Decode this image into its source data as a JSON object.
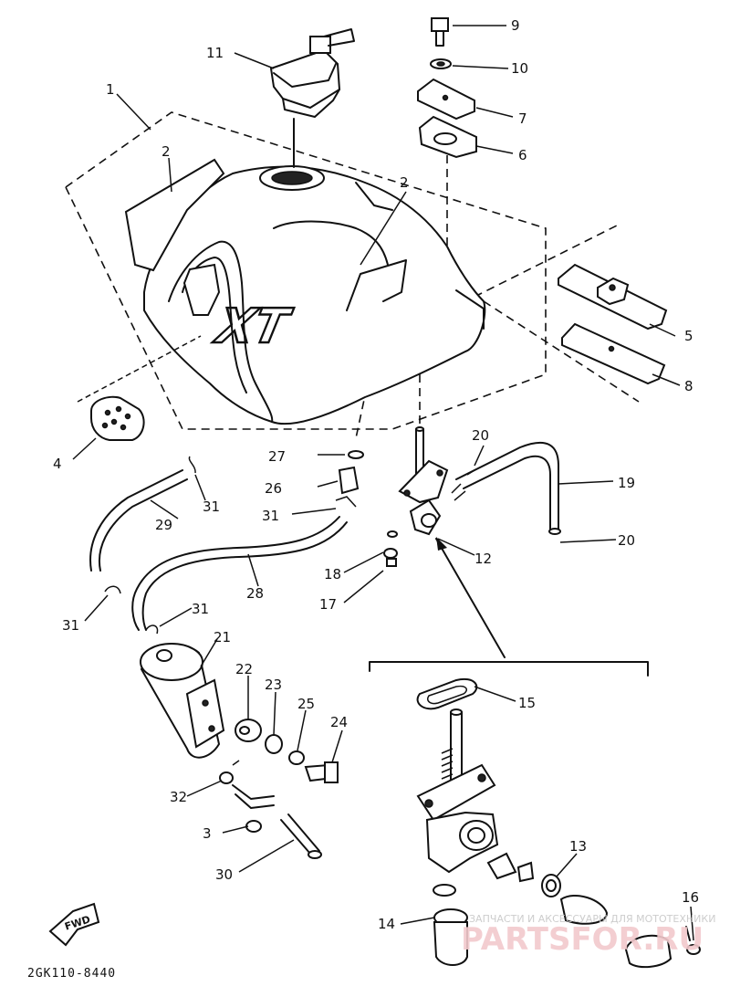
{
  "diagram": {
    "code": "2GK110-8440",
    "tank_logo": "XT",
    "fwd_label": "FWD",
    "watermark_text": "ЗАПЧАСТИ И АКСЕССУАРЫ ДЛЯ МОТОТЕХНИКИ",
    "watermark_brand": "PARTSFOR.RU",
    "parts": [
      {
        "id": "p1",
        "num": "1"
      },
      {
        "id": "p2a",
        "num": "2"
      },
      {
        "id": "p2b",
        "num": "2"
      },
      {
        "id": "p3",
        "num": "3"
      },
      {
        "id": "p4",
        "num": "4"
      },
      {
        "id": "p5",
        "num": "5"
      },
      {
        "id": "p6",
        "num": "6"
      },
      {
        "id": "p7",
        "num": "7"
      },
      {
        "id": "p8",
        "num": "8"
      },
      {
        "id": "p9",
        "num": "9"
      },
      {
        "id": "p10",
        "num": "10"
      },
      {
        "id": "p11",
        "num": "11"
      },
      {
        "id": "p12",
        "num": "12"
      },
      {
        "id": "p13",
        "num": "13"
      },
      {
        "id": "p14",
        "num": "14"
      },
      {
        "id": "p15",
        "num": "15"
      },
      {
        "id": "p16",
        "num": "16"
      },
      {
        "id": "p17",
        "num": "17"
      },
      {
        "id": "p18",
        "num": "18"
      },
      {
        "id": "p19",
        "num": "19"
      },
      {
        "id": "p20a",
        "num": "20"
      },
      {
        "id": "p20b",
        "num": "20"
      },
      {
        "id": "p21",
        "num": "21"
      },
      {
        "id": "p22",
        "num": "22"
      },
      {
        "id": "p23",
        "num": "23"
      },
      {
        "id": "p24",
        "num": "24"
      },
      {
        "id": "p25",
        "num": "25"
      },
      {
        "id": "p26",
        "num": "26"
      },
      {
        "id": "p27",
        "num": "27"
      },
      {
        "id": "p28",
        "num": "28"
      },
      {
        "id": "p29",
        "num": "29"
      },
      {
        "id": "p30",
        "num": "30"
      },
      {
        "id": "p31a",
        "num": "31"
      },
      {
        "id": "p31b",
        "num": "31"
      },
      {
        "id": "p31c",
        "num": "31"
      },
      {
        "id": "p31d",
        "num": "31"
      },
      {
        "id": "p32",
        "num": "32"
      }
    ]
  }
}
